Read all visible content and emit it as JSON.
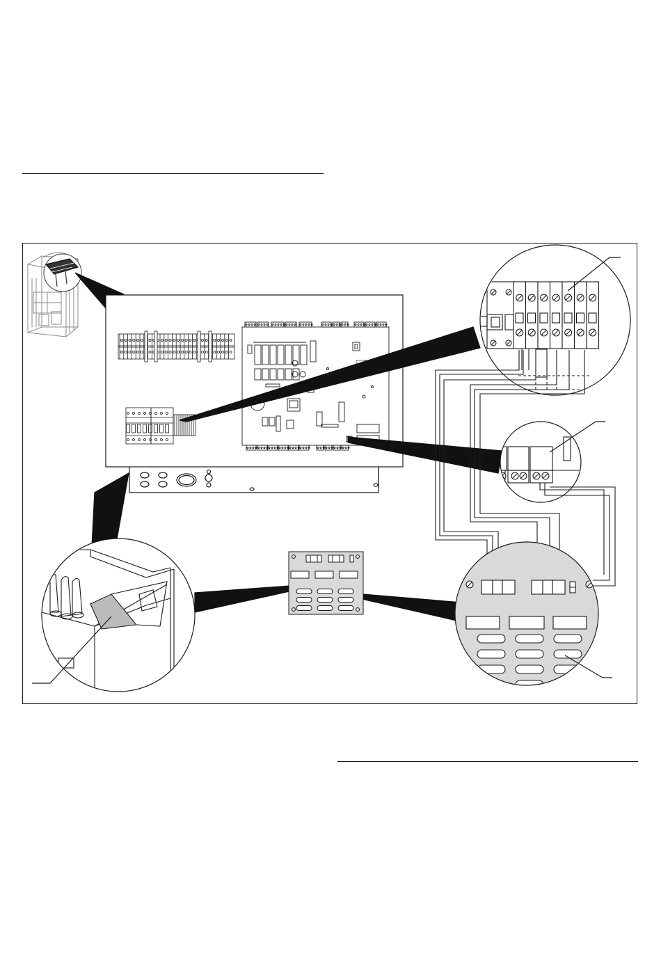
{
  "figure": {
    "style": "technical-line-drawing",
    "colors": {
      "line": "#1a1a1a",
      "fill_light": "#ffffff",
      "fill_shaded": "#d9d9d9"
    },
    "parts": [
      "unit-overview-thumbnail",
      "control-box-main-panel",
      "terminal-strip-detail-top-right",
      "relay-terminal-detail-middle-right",
      "accessory-board-detail-bottom-right",
      "accessory-board",
      "cable-entry-detail-bottom-left"
    ]
  }
}
